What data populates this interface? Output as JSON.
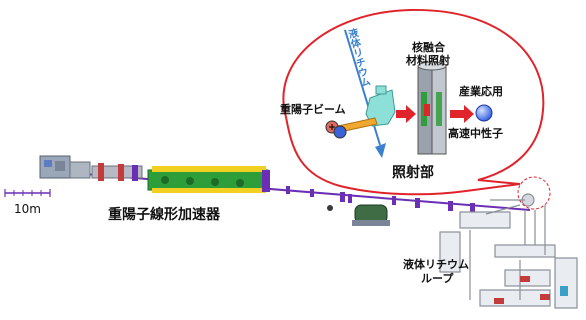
{
  "labels": {
    "accelerator": "重陽子線形加速器",
    "scale_bar": "10m",
    "irradiation": "照射部",
    "deuteron_beam": "重陽子ビーム",
    "liquid_lithium_flow": "液体リチウム",
    "fusion_material_line1": "核融合",
    "fusion_material_line2": "材料照射",
    "industrial_use": "産業応用",
    "fast_neutron": "高速中性子",
    "lithium_loop_line1": "液体リチウム",
    "lithium_loop_line2": "ループ"
  },
  "colors": {
    "callout_border": "#e0242b",
    "lithium_arrow": "#3b7fd1",
    "beam_arrow": "#e0242b",
    "accelerator_green": "#2e9e3a",
    "accelerator_purple": "#6a2fb5",
    "neutron_blue": "#2f5de0",
    "target_cyan": "#8de0d8"
  }
}
